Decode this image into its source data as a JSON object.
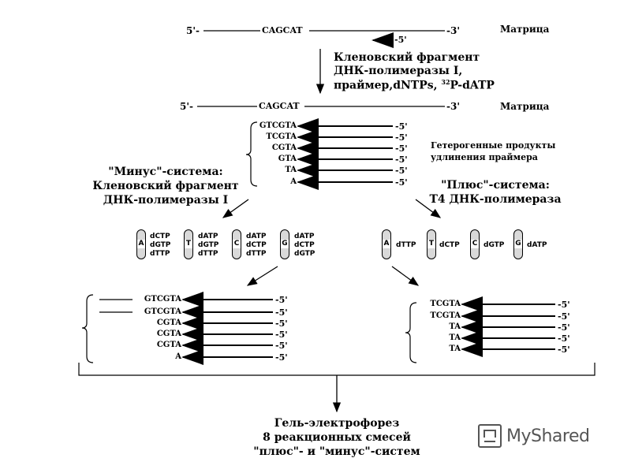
{
  "top": {
    "template_5prime": "5'-",
    "template_seq": "CAGCAT",
    "template_3prime": "-3'",
    "template_label": "Матрица",
    "primer_end": "-5'"
  },
  "reagents": {
    "line1": "Кленовский фрагмент",
    "line2": "ДНК-полимеразы I,",
    "line3_a": "праймер,dNTPs, ",
    "line3_sup": "32",
    "line3_b": "P-dATP"
  },
  "second": {
    "template_5prime": "5'-",
    "template_seq": "CAGCAT",
    "template_3prime": "-3'",
    "template_label": "Матрица"
  },
  "products": {
    "strands": [
      "GTCGTA",
      "TCGTA",
      "CGTA",
      "GTA",
      "TA",
      "A"
    ],
    "end": "-5'",
    "label_line1": "Гетерогенные продукты",
    "label_line2": "удлинения праймера"
  },
  "minus_system": {
    "line1": "\"Минус\"-система:",
    "line2": "Кленовский фрагмент",
    "line3": "ДНК-полимеразы I",
    "tubes": [
      {
        "label": "A",
        "dntps": [
          "dCTP",
          "dGTP",
          "dTTP"
        ]
      },
      {
        "label": "T",
        "dntps": [
          "dATP",
          "dGTP",
          "dTTP"
        ]
      },
      {
        "label": "C",
        "dntps": [
          "dATP",
          "dCTP",
          "dTTP"
        ]
      },
      {
        "label": "G",
        "dntps": [
          "dATP",
          "dCTP",
          "dGTP"
        ]
      }
    ],
    "results": [
      "GTCGTA",
      "GTCGTA",
      "CGTA",
      "CGTA",
      "CGTA",
      "A"
    ],
    "end": "-5'"
  },
  "plus_system": {
    "line1": "\"Плюс\"-система:",
    "line2": "T4 ДНК-полимераза",
    "tubes": [
      {
        "label": "A",
        "dntp": "dTTP"
      },
      {
        "label": "T",
        "dntp": "dCTP"
      },
      {
        "label": "C",
        "dntp": "dGTP"
      },
      {
        "label": "G",
        "dntp": "dATP"
      }
    ],
    "results": [
      "TCGTA",
      "TCGTA",
      "TA",
      "TA",
      "TA"
    ],
    "end": "-5'"
  },
  "bottom": {
    "line1": "Гель-электрофорез",
    "line2": "8 реакционных смесей",
    "line3": "\"плюс\"- и \"минус\"-систем"
  },
  "watermark": {
    "text": "MyShared"
  }
}
